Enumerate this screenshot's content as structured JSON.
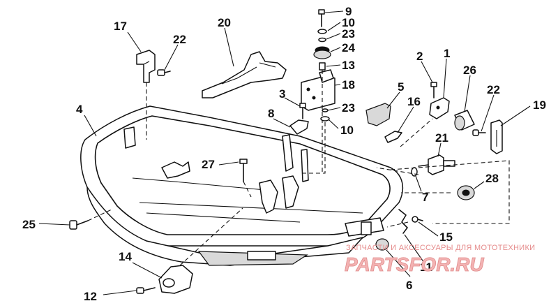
{
  "callouts": [
    {
      "id": "9",
      "label": "9"
    },
    {
      "id": "10a",
      "label": "10"
    },
    {
      "id": "23a",
      "label": "23"
    },
    {
      "id": "24",
      "label": "24"
    },
    {
      "id": "13",
      "label": "13"
    },
    {
      "id": "18",
      "label": "18"
    },
    {
      "id": "17",
      "label": "17"
    },
    {
      "id": "22a",
      "label": "22"
    },
    {
      "id": "20",
      "label": "20"
    },
    {
      "id": "2",
      "label": "2"
    },
    {
      "id": "1",
      "label": "1"
    },
    {
      "id": "26",
      "label": "26"
    },
    {
      "id": "4",
      "label": "4"
    },
    {
      "id": "3",
      "label": "3"
    },
    {
      "id": "5",
      "label": "5"
    },
    {
      "id": "16",
      "label": "16"
    },
    {
      "id": "22b",
      "label": "22"
    },
    {
      "id": "19",
      "label": "19"
    },
    {
      "id": "8",
      "label": "8"
    },
    {
      "id": "23b",
      "label": "23"
    },
    {
      "id": "10b",
      "label": "10"
    },
    {
      "id": "21",
      "label": "21"
    },
    {
      "id": "27",
      "label": "27"
    },
    {
      "id": "28",
      "label": "28"
    },
    {
      "id": "7",
      "label": "7"
    },
    {
      "id": "25",
      "label": "25"
    },
    {
      "id": "15",
      "label": "15"
    },
    {
      "id": "14",
      "label": "14"
    },
    {
      "id": "11",
      "label": "11"
    },
    {
      "id": "12",
      "label": "12"
    },
    {
      "id": "6",
      "label": "6"
    }
  ],
  "watermark": {
    "tagline": "ЗАПЧАСТИ И АКСЕССУАРЫ ДЛЯ МОТОТЕХНИКИ",
    "logo": "PARTSFOR.RU"
  },
  "colors": {
    "line": "#111111",
    "watermark_text": "#e58b8b",
    "watermark_logo_fill": "#f3b3b3"
  }
}
